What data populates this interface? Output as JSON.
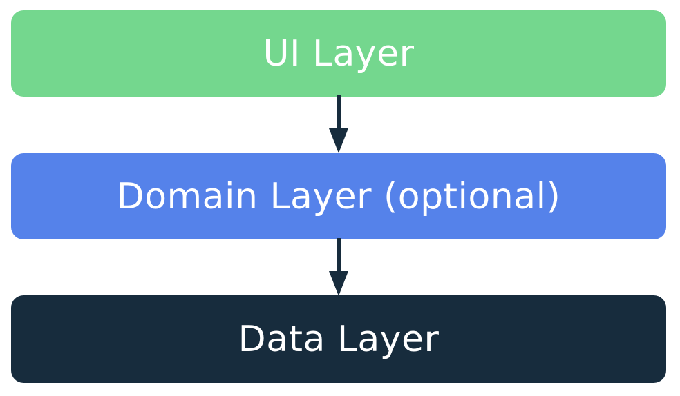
{
  "layers": [
    {
      "label": "UI Layer",
      "bg": "#74d78e",
      "text_color": "#ffffff"
    },
    {
      "label": "Domain Layer (optional)",
      "bg": "#5582ea",
      "text_color": "#ffffff"
    },
    {
      "label": "Data Layer",
      "bg": "#172c3d",
      "text_color": "#ffffff"
    }
  ],
  "arrow_color": "#172c3d"
}
